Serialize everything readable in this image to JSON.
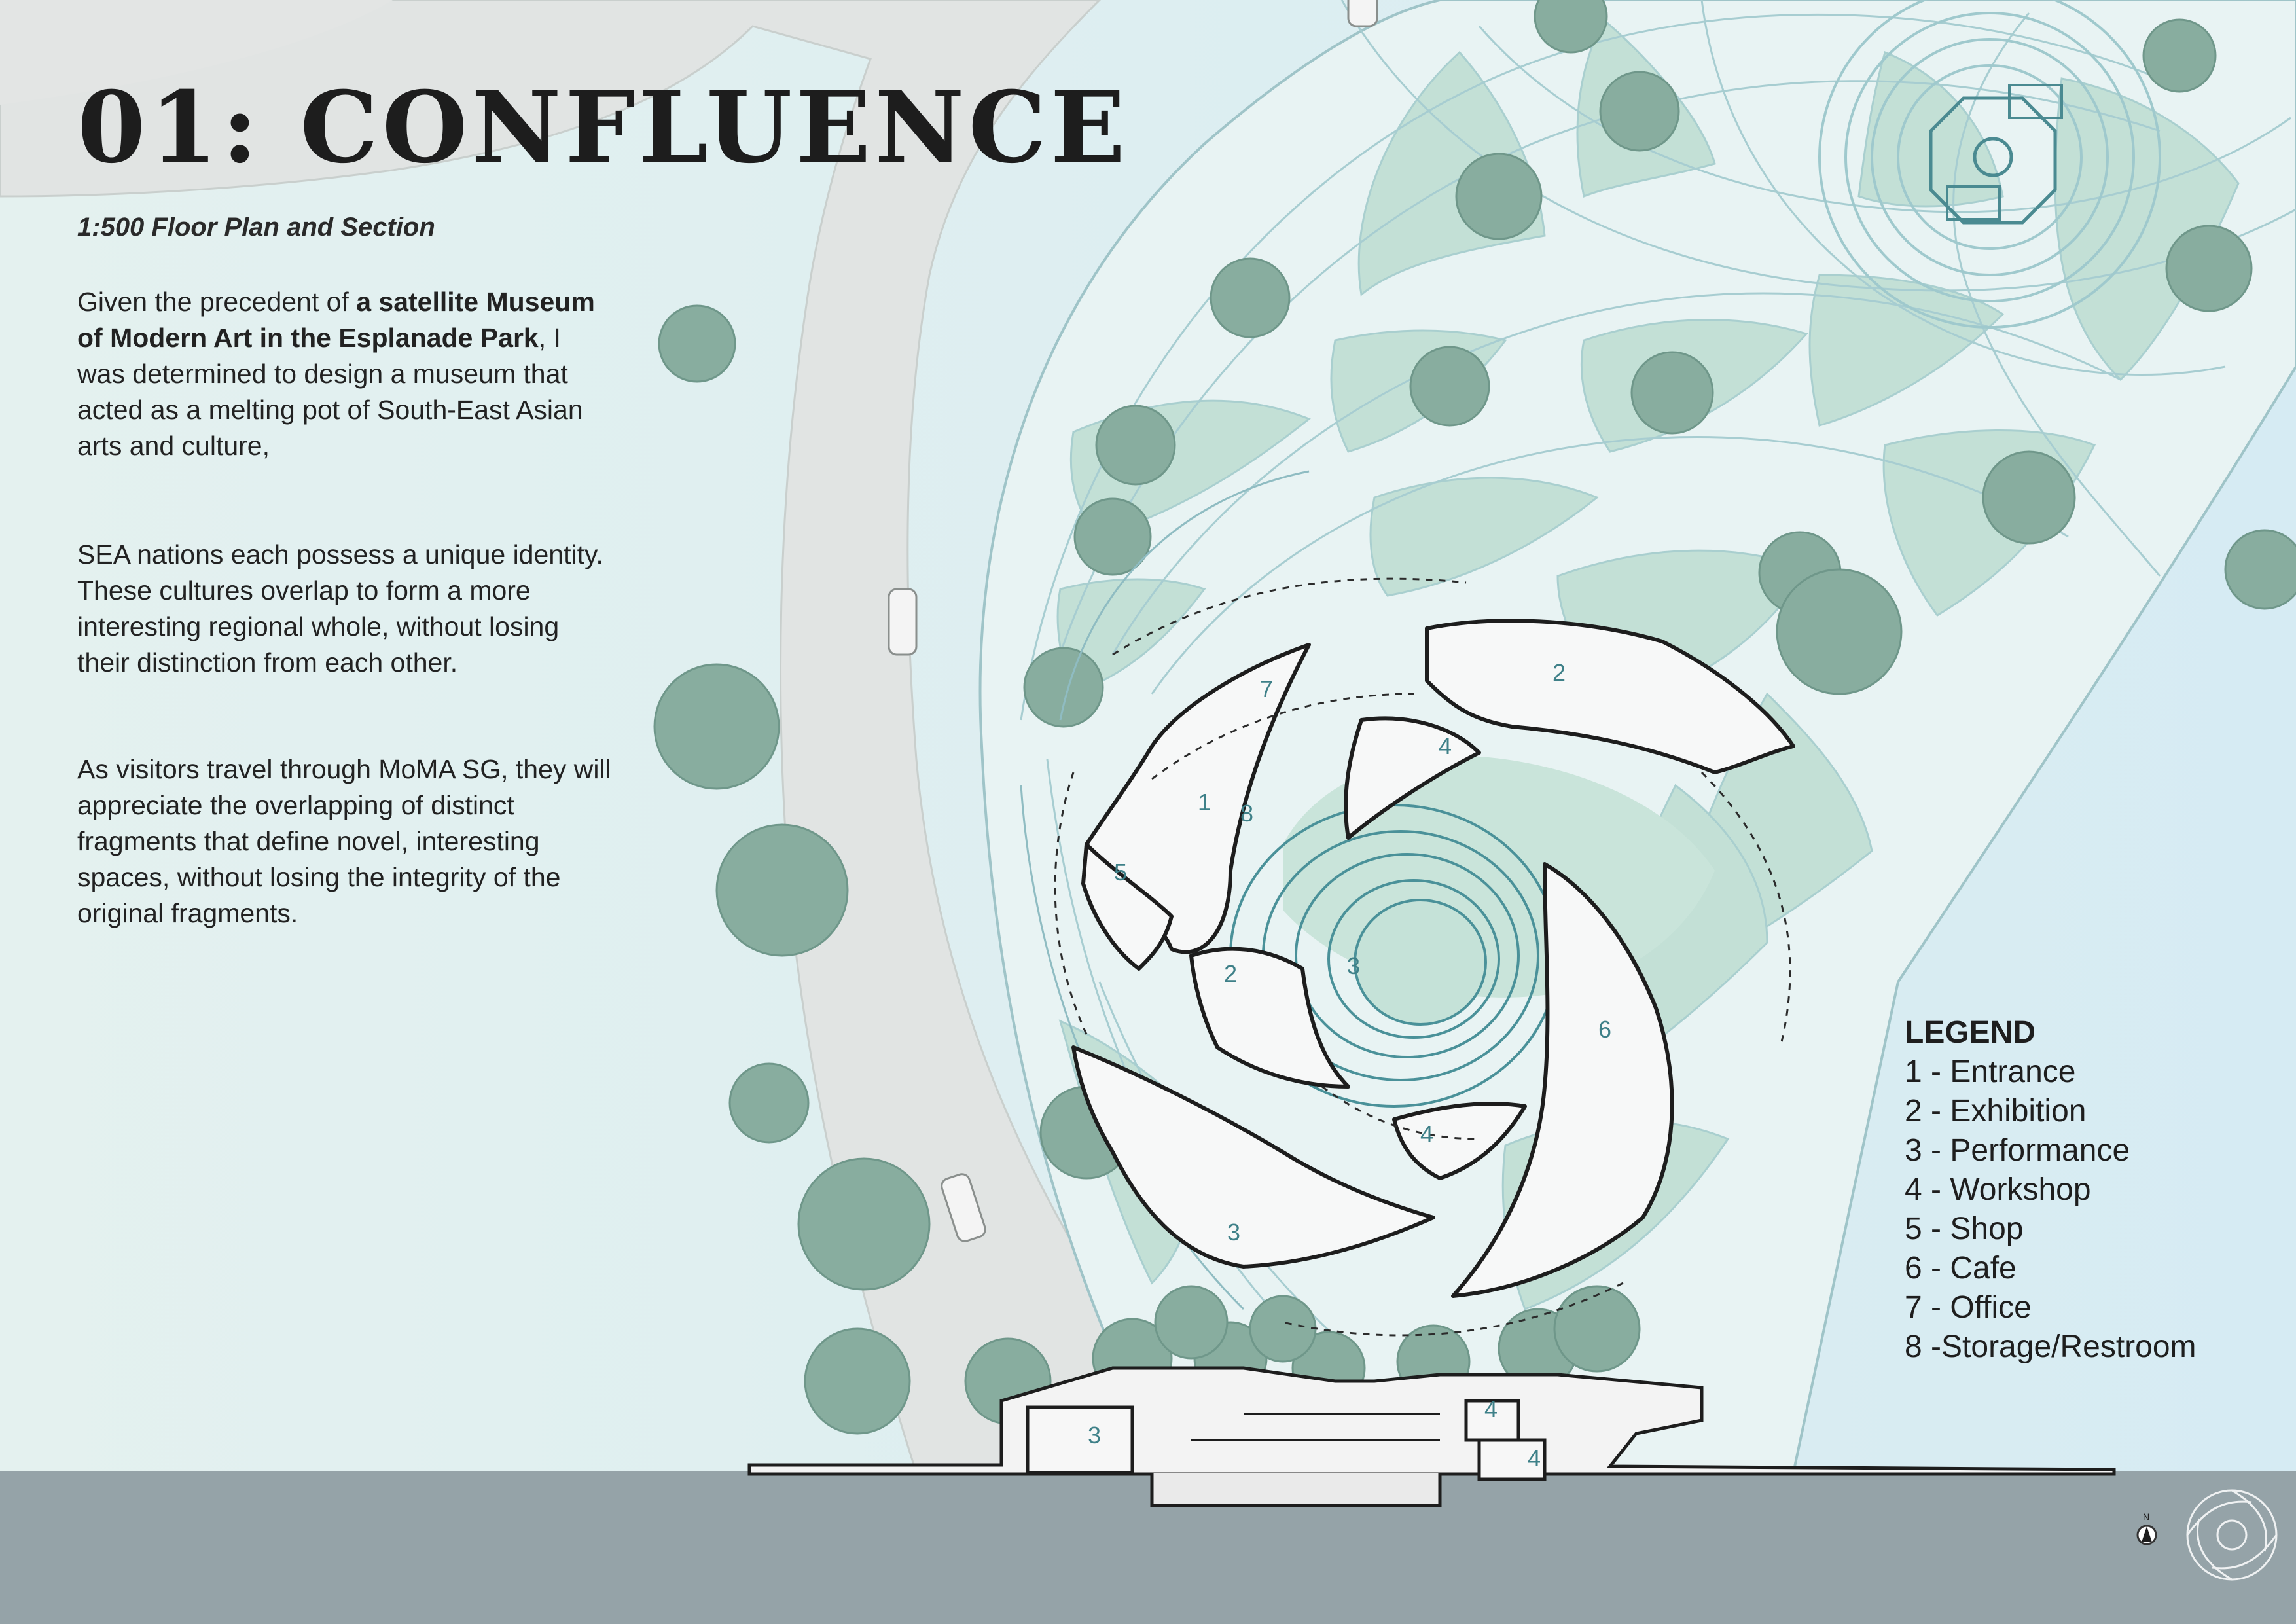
{
  "title": "01:  CONFLUENCE",
  "subtitle": "1:500 Floor Plan and Section",
  "paragraph1": {
    "intro": "Given the precedent of ",
    "bold": "a satellite Museum of Modern Art in the Esplanade Park",
    "rest": ", I was determined to design a museum that acted as a melting pot of South-East Asian arts and culture,"
  },
  "paragraph2": "SEA nations each possess a unique identity. These cultures overlap to form a more interesting regional whole, without losing their distinction from each other.",
  "paragraph3": "As visitors travel through MoMA SG, they will appreciate the overlapping of distinct fragments that define novel, interesting spaces, without losing the integrity of the original fragments.",
  "legend": {
    "title": "LEGEND",
    "items": [
      "1 - Entrance",
      "2 - Exhibition",
      "3 - Performance",
      "4 - Workshop",
      "5 - Shop",
      "6 - Cafe",
      "7 - Office",
      "8 -Storage/Restroom"
    ]
  },
  "plan_labels": {
    "entrance": "1",
    "exhibition_ne": "2",
    "exhibition_w": "2",
    "performance_center": "3",
    "performance_sw": "3",
    "workshop_n": "4",
    "workshop_s": "4",
    "shop": "5",
    "cafe": "6",
    "office": "7",
    "storage": "8"
  },
  "section_labels": {
    "performance": "3",
    "workshop_upper": "4",
    "workshop_lower": "4"
  },
  "north_label": "N",
  "colors": {
    "background": "#e6f1ee",
    "road": "#e2e4e3",
    "lawn": "#bfded3",
    "tree": "#7fa89b",
    "paths": "#eaf4f4",
    "ground": "#95a3a8",
    "sky_right": "#dcecf2",
    "ink": "#1d1d1d",
    "label_teal": "#3e8088"
  }
}
